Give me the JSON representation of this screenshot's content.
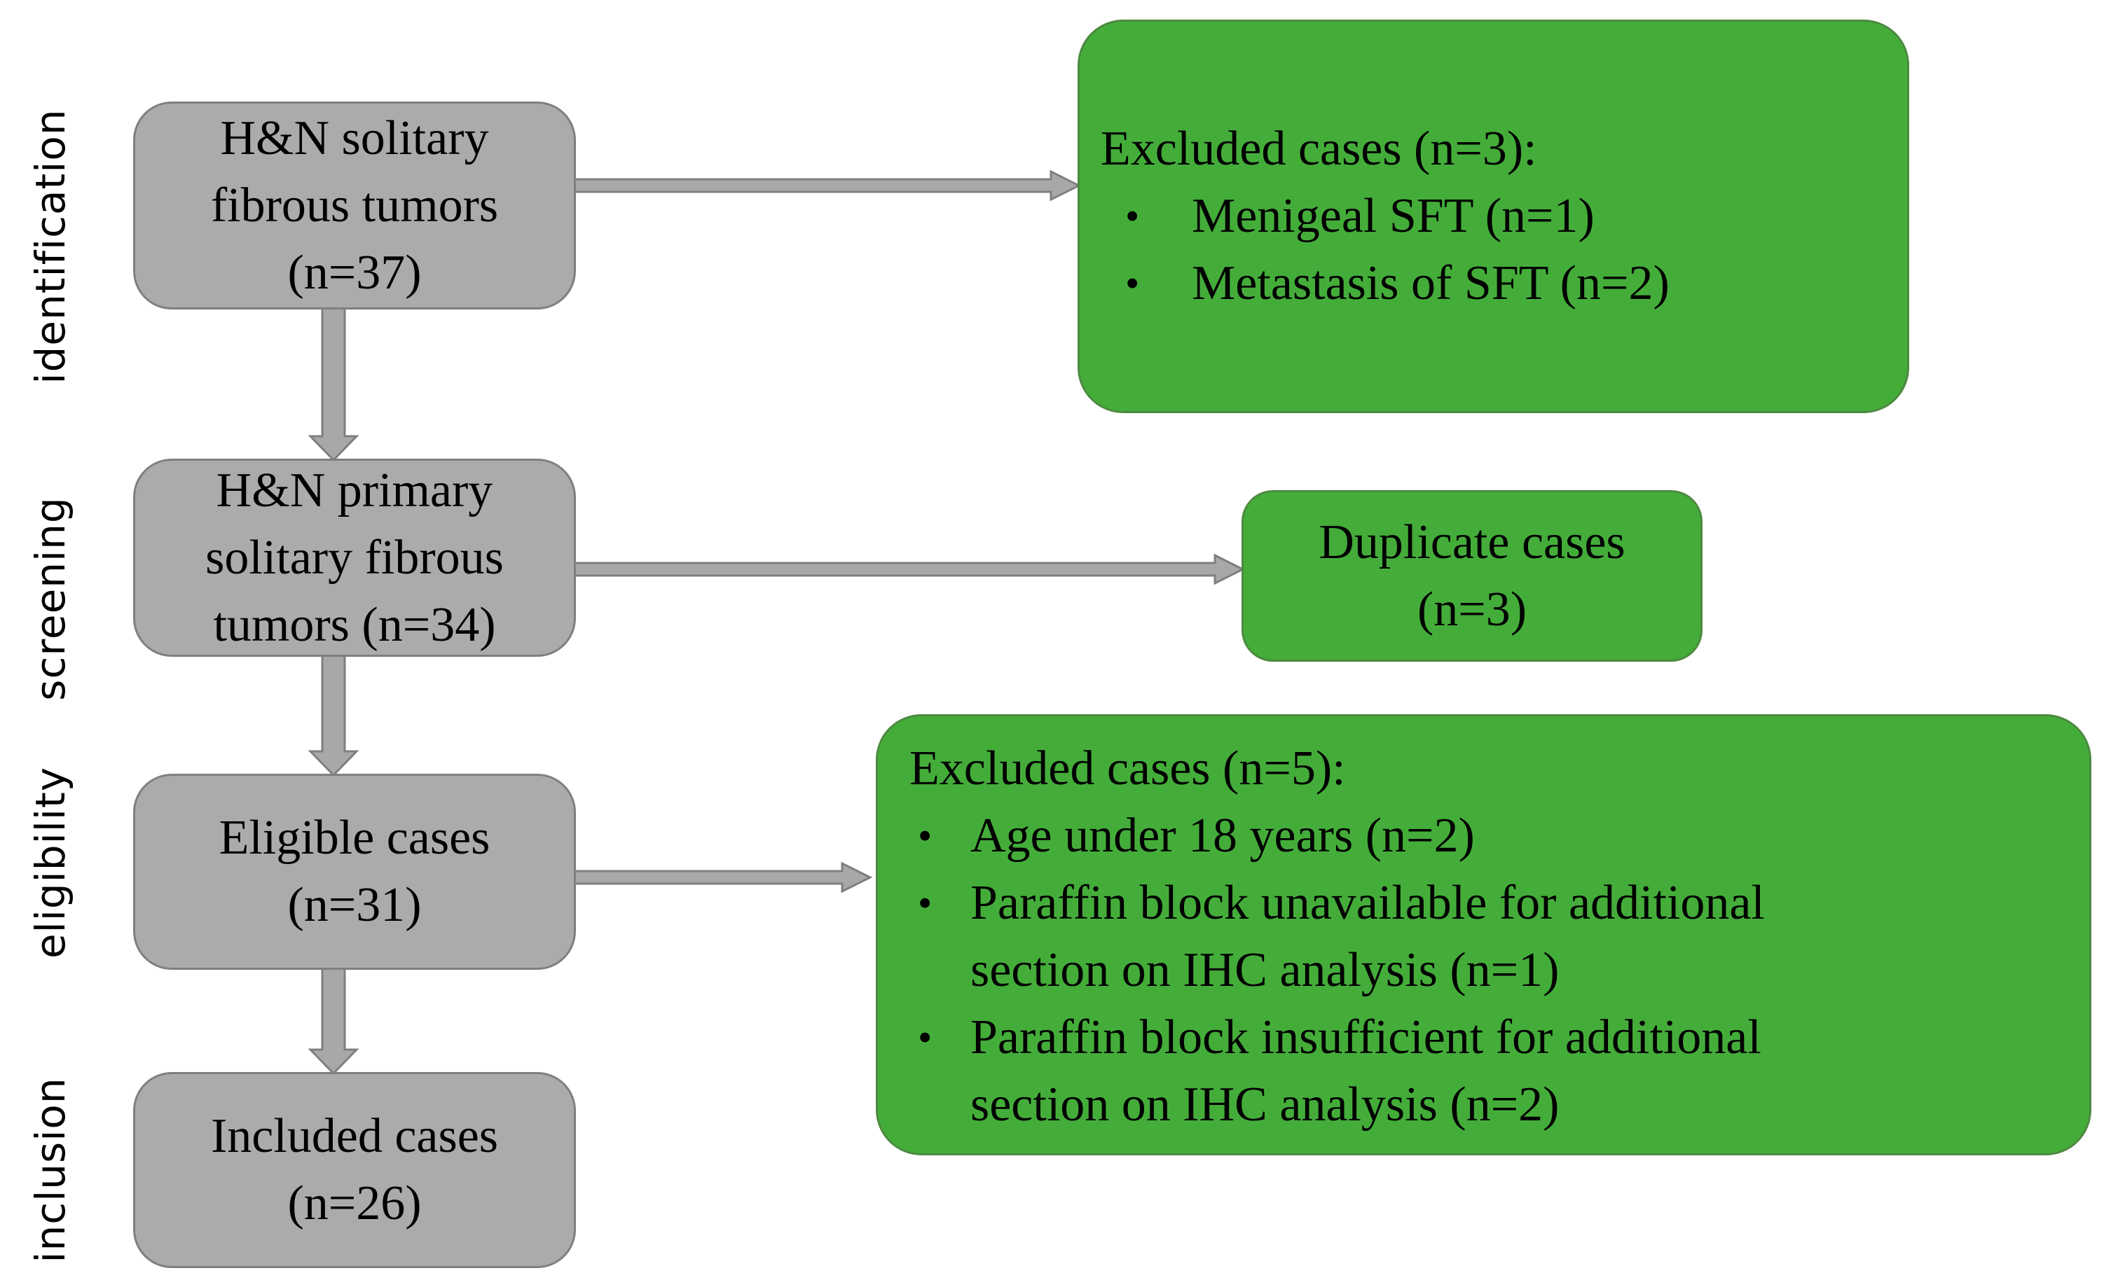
{
  "figure": {
    "type": "study-flow-diagram",
    "stages": [
      "identification",
      "screening",
      "eligibility",
      "inclusion"
    ]
  },
  "side_labels": [
    {
      "label": "identification"
    },
    {
      "label": "screening"
    },
    {
      "label": "eligibility"
    },
    {
      "label": "inclusion"
    }
  ],
  "flow_boxes": [
    {
      "stage": "identification",
      "lines": [
        "H&N solitary",
        "fibrous tumors",
        "(n=37)"
      ]
    },
    {
      "stage": "screening",
      "lines": [
        "H&N primary",
        "solitary fibrous",
        "tumors (n=34)"
      ]
    },
    {
      "stage": "eligibility",
      "lines": [
        "Eligible cases",
        "(n=31)"
      ]
    },
    {
      "stage": "inclusion",
      "lines": [
        "Included cases",
        "(n=26)"
      ]
    }
  ],
  "exclusion_boxes": [
    {
      "title": "Excluded cases (n=3):",
      "bullets": [
        [
          "Menigeal SFT (n=1)"
        ],
        [
          "Metastasis of SFT (n=2)"
        ]
      ]
    },
    {
      "lines": [
        "Duplicate cases",
        "(n=3)"
      ]
    },
    {
      "title": "Excluded cases (n=5):",
      "bullets": [
        [
          "Age under 18 years (n=2)"
        ],
        [
          "Paraffin block unavailable for additional",
          "section on IHC analysis (n=1)"
        ],
        [
          "Paraffin block insufficient for additional",
          "section on IHC analysis (n=2)"
        ]
      ]
    }
  ],
  "glyphs": {
    "bullet": "•"
  },
  "colors": {
    "green_fill": "#44ad3a",
    "green_border": "#4c8a40",
    "gray_fill": "#ababab",
    "gray_border": "#7f7f7f",
    "arrow_fill": "#a8a8a8",
    "arrow_border": "#7f7f7f",
    "text": "#000000",
    "background": "#ffffff"
  }
}
